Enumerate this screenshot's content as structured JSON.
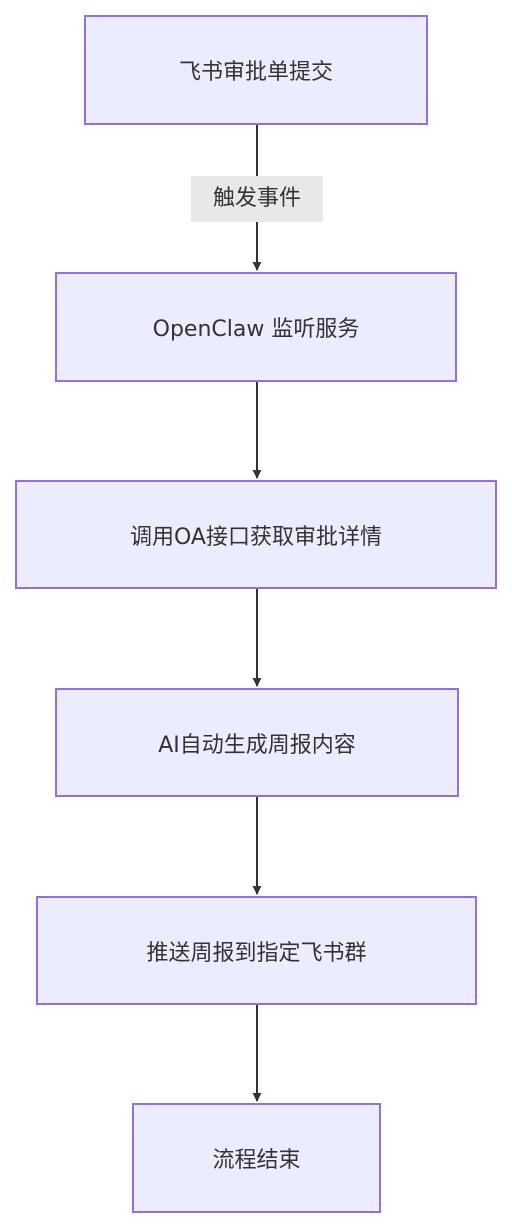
{
  "colors": {
    "node_fill": "#ECECFF",
    "node_border": "#9370DB",
    "edge": "#333333",
    "text": "#333333",
    "edge_label_bg": "#e8e8e8"
  },
  "nodes": [
    {
      "id": "submit",
      "label": "飞书审批单提交"
    },
    {
      "id": "listen",
      "label": "OpenClaw 监听服务"
    },
    {
      "id": "fetch",
      "label": "调用OA接口获取审批详情"
    },
    {
      "id": "generate",
      "label": "AI自动生成周报内容"
    },
    {
      "id": "push",
      "label": "推送周报到指定飞书群"
    },
    {
      "id": "end",
      "label": "流程结束"
    }
  ],
  "edges": [
    {
      "from": "submit",
      "to": "listen",
      "label": "触发事件"
    },
    {
      "from": "listen",
      "to": "fetch",
      "label": ""
    },
    {
      "from": "fetch",
      "to": "generate",
      "label": ""
    },
    {
      "from": "generate",
      "to": "push",
      "label": ""
    },
    {
      "from": "push",
      "to": "end",
      "label": ""
    }
  ]
}
